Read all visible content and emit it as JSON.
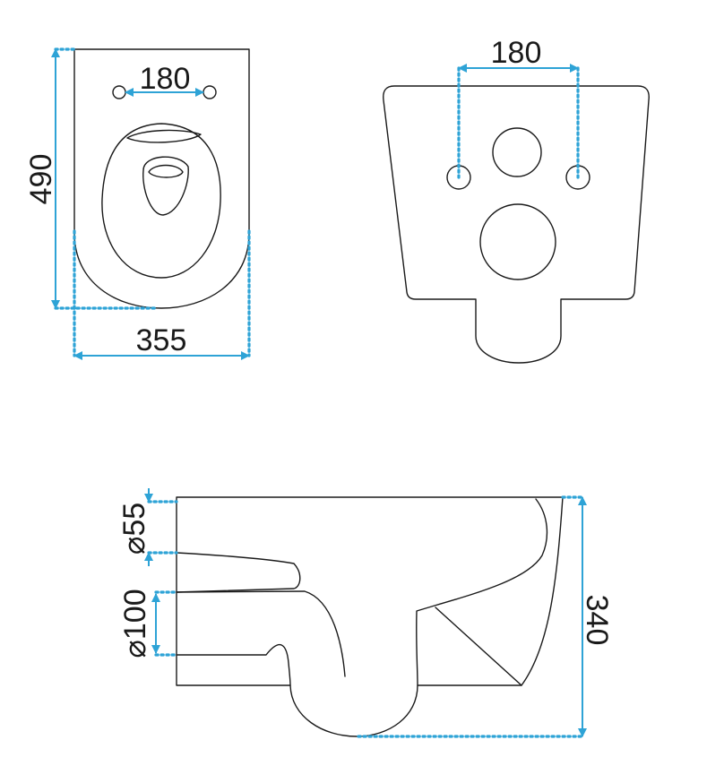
{
  "colors": {
    "outline": "#1a1a1a",
    "dimension": "#2ea3d6"
  },
  "top_view": {
    "width_dimension": "355",
    "length_dimension": "490",
    "hole_spacing_dimension": "180"
  },
  "back_view": {
    "hole_spacing_dimension": "180"
  },
  "side_view": {
    "height_dimension": "340",
    "inlet_diameter_dimension": "55",
    "outlet_diameter_dimension": "100",
    "diameter_symbol": "⌀"
  }
}
